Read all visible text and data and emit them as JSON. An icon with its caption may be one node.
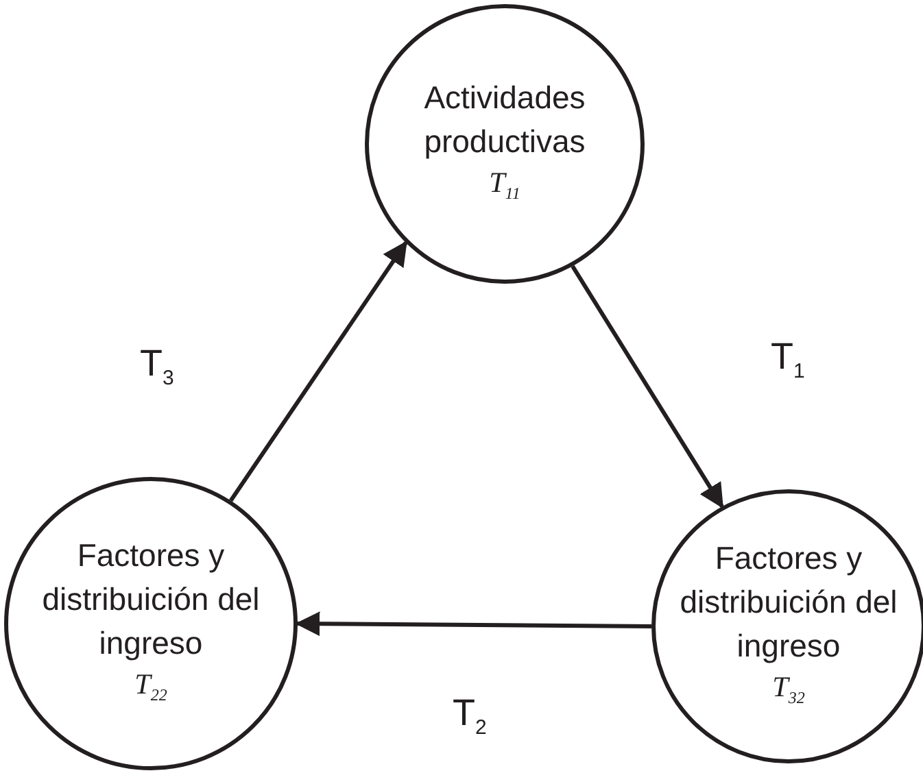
{
  "diagram": {
    "nodes": [
      {
        "text": [
          "Actividades productivas",
          "T$_{11}$"
        ]
      },
      {
        "text": [
          "Factores y distribuición del ingreso",
          "T$_{22}$"
        ]
      },
      {
        "text": [
          "Factores y distribuición del ingreso",
          "T$_{32}$"
        ]
      }
    ],
    "edges": [
      {
        "from": 0,
        "to": 2,
        "arrow": "to",
        "label": "T$_{1}$"
      },
      {
        "from": 2,
        "to": 1,
        "arrow": "to",
        "label": "T$_{2}$"
      },
      {
        "from": 1,
        "to": 0,
        "arrow": "to",
        "label": "T$_{3}$"
      }
    ]
  }
}
